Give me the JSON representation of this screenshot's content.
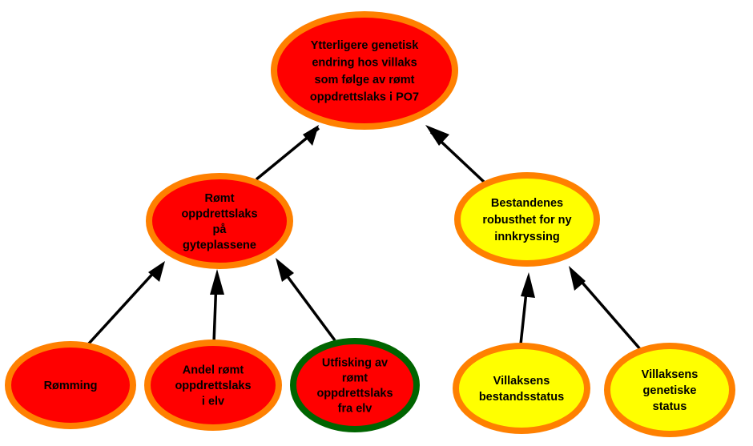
{
  "colors": {
    "red_fill": "#ff0000",
    "yellow_fill": "#ffff00",
    "orange_border": "#ff8000",
    "green_border": "#006400",
    "arrow": "#000000"
  },
  "nodes": {
    "top": {
      "lines": [
        "Ytterligere genetisk",
        "endring hos villaks",
        "som følge av rømt",
        "oppdrettslaks i PO7"
      ]
    },
    "left_mid": {
      "lines": [
        "Rømt",
        "oppdrettslaks",
        "på",
        "gyteplassene"
      ]
    },
    "right_mid": {
      "lines": [
        "Bestandenes",
        "robusthet for ny",
        "innkryssing"
      ]
    },
    "romming": {
      "lines": [
        "Rømming"
      ]
    },
    "andel": {
      "lines": [
        "Andel rømt",
        "oppdrettslaks",
        "i elv"
      ]
    },
    "utfisking": {
      "lines": [
        "Utfisking av",
        "rømt",
        "oppdrettslaks",
        "fra elv"
      ]
    },
    "bestandsstatus": {
      "lines": [
        "Villaksens",
        "bestandsstatus"
      ]
    },
    "genetiske": {
      "lines": [
        "Villaksens",
        "genetiske",
        "status"
      ]
    }
  }
}
